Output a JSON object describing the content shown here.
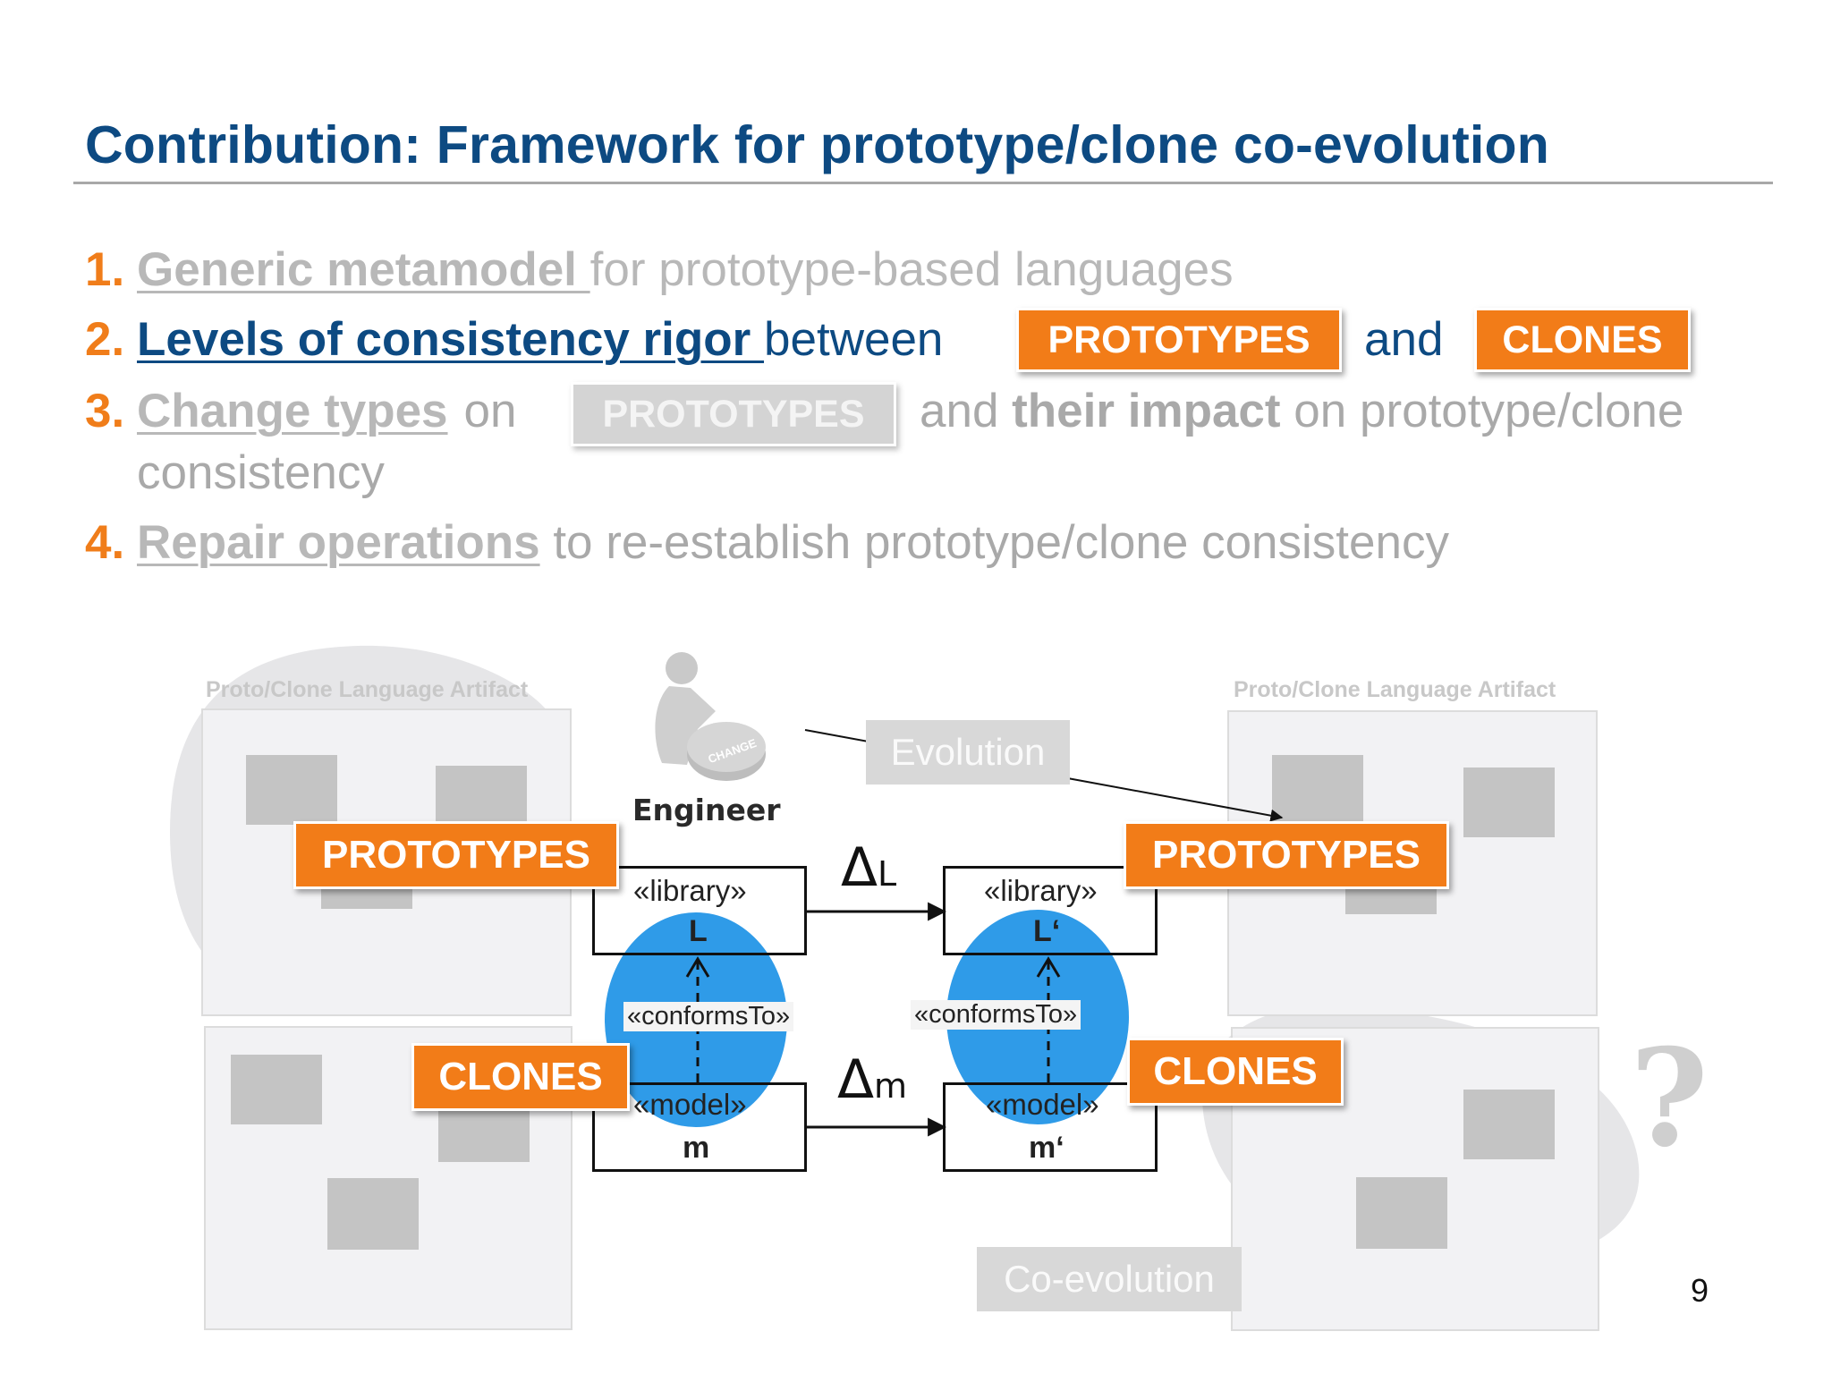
{
  "title": "Contribution: Framework for prototype/clone co-evolution",
  "list": [
    {
      "num": "1.",
      "keyword": "Generic metamodel ",
      "rest": "for prototype-based languages"
    },
    {
      "num": "2.",
      "keyword": "Levels of consistency rigor ",
      "rest": "between",
      "tag1": "PROTOTYPES",
      "connector": "and",
      "tag2": "CLONES"
    },
    {
      "num": "3.",
      "keyword": "Change types",
      "rest": "on",
      "tag": "PROTOTYPES",
      "rest2a": "and ",
      "rest2b": "their impact",
      "rest2c": " on prototype/clone",
      "rest3": "consistency"
    },
    {
      "num": "4.",
      "keyword": "Repair operations",
      "rest": " to re-establish prototype/clone consistency"
    }
  ],
  "diagram": {
    "artifact_label_left": "Proto/Clone Language Artifact",
    "artifact_label_right": "Proto/Clone Language Artifact",
    "engineer": "Engineer",
    "change_badge": "CHANGE",
    "evolution": "Evolution",
    "coevolution": "Co-evolution",
    "tag_prototypes_left": "PROTOTYPES",
    "tag_prototypes_right": "PROTOTYPES",
    "tag_clones_left": "CLONES",
    "tag_clones_right": "CLONES",
    "library_stereotype": "«library»",
    "model_stereotype": "«model»",
    "conforms_to": "«conformsTo»",
    "lib_left_name": "L",
    "lib_right_name": "L‘",
    "model_left_name": "m",
    "model_right_name": "m‘",
    "delta_L": "Δ",
    "delta_L_sub": "L",
    "delta_m": "Δ",
    "delta_m_sub": "m",
    "question_mark": "?"
  },
  "page_number": "9",
  "colors": {
    "title_blue": "#0d4a82",
    "accent_orange": "#f27c18",
    "blob_blue": "#2f9be8",
    "muted_grey": "#b8b8b8"
  }
}
